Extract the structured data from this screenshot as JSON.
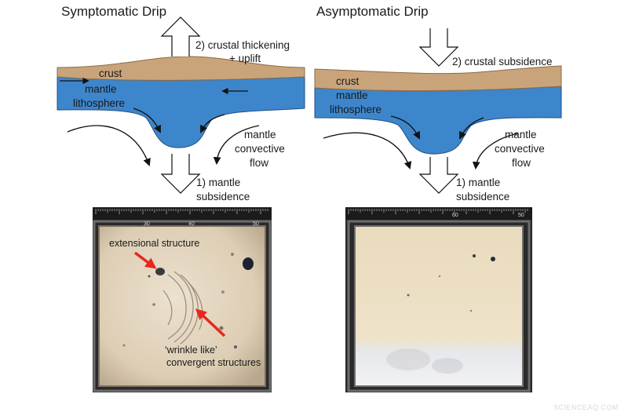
{
  "left_panel": {
    "title": "Symptomatic Drip",
    "labels": {
      "crust": "crust",
      "mantle": "mantle",
      "lithosphere": "lithosphere",
      "thickening_1": "2) crustal thickening",
      "thickening_2": "+ uplift",
      "flow_1": "mantle",
      "flow_2": "convective",
      "flow_3": "flow",
      "subsidence_1": "1) mantle",
      "subsidence_2": "subsidence"
    },
    "photo": {
      "annotation_extensional": "extensional structure",
      "annotation_wrinkle_1": "‘wrinkle like’",
      "annotation_wrinkle_2": "convergent structures",
      "ruler_numbers": [
        "30",
        "40",
        "50"
      ]
    }
  },
  "right_panel": {
    "title": "Asymptomatic Drip",
    "labels": {
      "crust": "crust",
      "mantle": "mantle",
      "lithosphere": "lithosphere",
      "subsidence_top": "2) crustal subsidence",
      "flow_1": "mantle",
      "flow_2": "convective",
      "flow_3": "flow",
      "subsidence_1": "1) mantle",
      "subsidence_2": "subsidence"
    },
    "photo": {
      "ruler_numbers": [
        "60",
        "50"
      ]
    }
  },
  "watermark": "SCIENCEAQ.COM",
  "colors": {
    "crust": "#c9a47a",
    "mantle_lithosphere": "#3d86cc",
    "annotation_arrow": "#e8261c",
    "sand_left": "#e2d4bf",
    "sand_right": "#ebdcc0"
  }
}
